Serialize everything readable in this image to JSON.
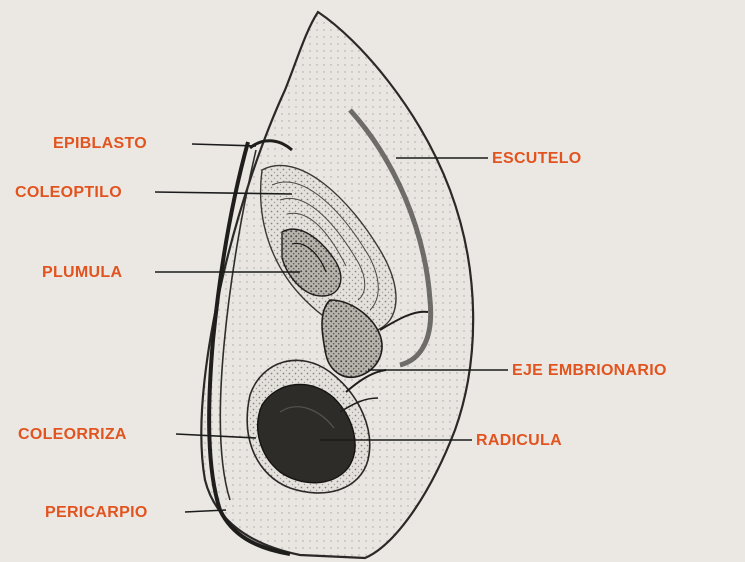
{
  "figure": {
    "label_color": "#e2541f",
    "leader_color": "#1b1b1b",
    "labels": {
      "epiblasto": "EPIBLASTO",
      "escutelo": "ESCUTELO",
      "coleoptilo": "COLEOPTILO",
      "plumula": "PLUMULA",
      "eje_embrionario": "EJE EMBRIONARIO",
      "coleorriza": "COLEORRIZA",
      "radicula": "RADICULA",
      "pericarpio": "PERICARPIO"
    }
  }
}
